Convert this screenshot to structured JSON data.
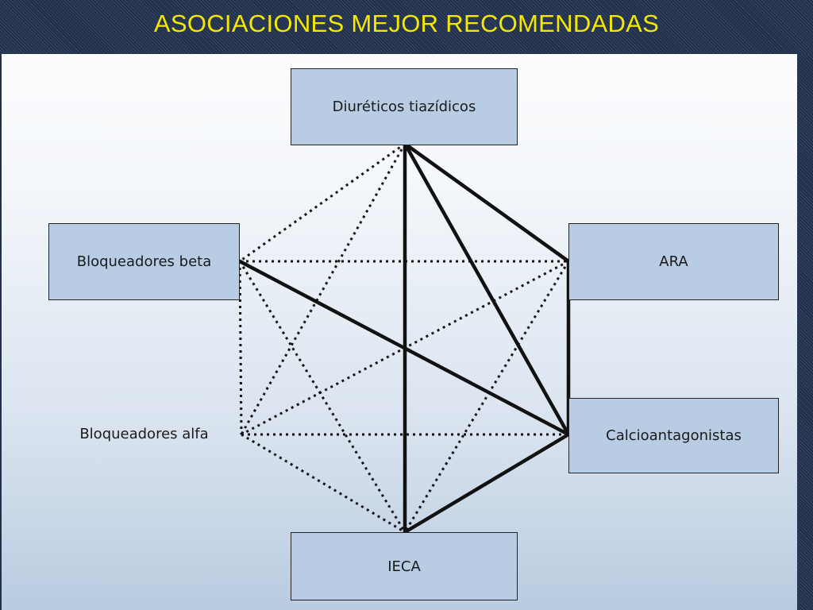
{
  "title": "ASOCIACIONES MEJOR RECOMENDADAS",
  "colors": {
    "header_bg": "#1f2f4c",
    "title_text": "#f5e800",
    "node_fill": "#b8cce4",
    "line": "#111111"
  },
  "nodes": {
    "diuretics": "Diuréticos tiazídicos",
    "beta": "Bloqueadores beta",
    "ara": "ARA",
    "calcio": "Calcioantagonistas",
    "ieca": "IECA",
    "alfa": "Bloqueadores alfa"
  },
  "connections": {
    "recommended": [
      [
        "diuretics",
        "ara"
      ],
      [
        "diuretics",
        "calcio"
      ],
      [
        "diuretics",
        "ieca"
      ],
      [
        "ara",
        "calcio"
      ],
      [
        "calcio",
        "ieca"
      ],
      [
        "beta",
        "calcio"
      ]
    ],
    "other": [
      [
        "diuretics",
        "beta"
      ],
      [
        "diuretics",
        "alfa"
      ],
      [
        "beta",
        "ara"
      ],
      [
        "beta",
        "alfa"
      ],
      [
        "beta",
        "ieca"
      ],
      [
        "ara",
        "alfa"
      ],
      [
        "ara",
        "ieca"
      ],
      [
        "alfa",
        "calcio"
      ],
      [
        "alfa",
        "ieca"
      ]
    ]
  }
}
